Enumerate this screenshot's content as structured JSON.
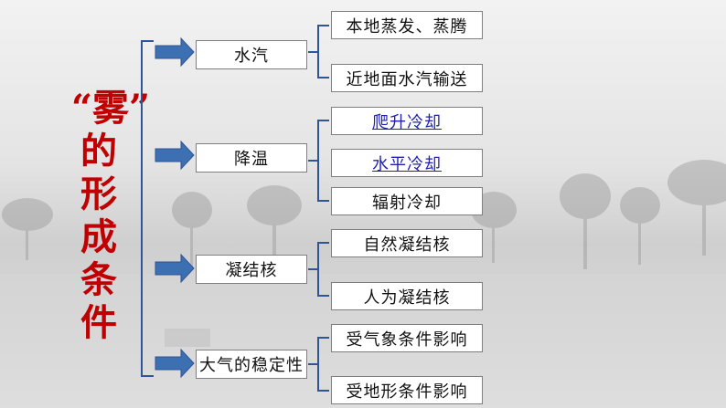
{
  "title": [
    "“雾”",
    "的",
    "形",
    "成",
    "条",
    "件"
  ],
  "categories": [
    {
      "label": "水汽",
      "children": [
        {
          "label": "本地蒸发、蒸腾",
          "link": false
        },
        {
          "label": "近地面水汽输送",
          "link": false
        }
      ]
    },
    {
      "label": "降温",
      "children": [
        {
          "label": "爬升冷却",
          "link": true
        },
        {
          "label": "水平冷却",
          "link": true
        },
        {
          "label": "辐射冷却",
          "link": false
        }
      ]
    },
    {
      "label": "凝结核",
      "children": [
        {
          "label": "自然凝结核",
          "link": false
        },
        {
          "label": "人为凝结核",
          "link": false
        }
      ]
    },
    {
      "label": "大气的稳定性",
      "children": [
        {
          "label": "受气象条件影响",
          "link": false
        },
        {
          "label": "受地形条件影响",
          "link": false
        }
      ]
    }
  ],
  "colors": {
    "title": "#c00000",
    "arrow": "#3d6fb3",
    "bracket": "#2f5596",
    "link": "#1f1fb0"
  }
}
